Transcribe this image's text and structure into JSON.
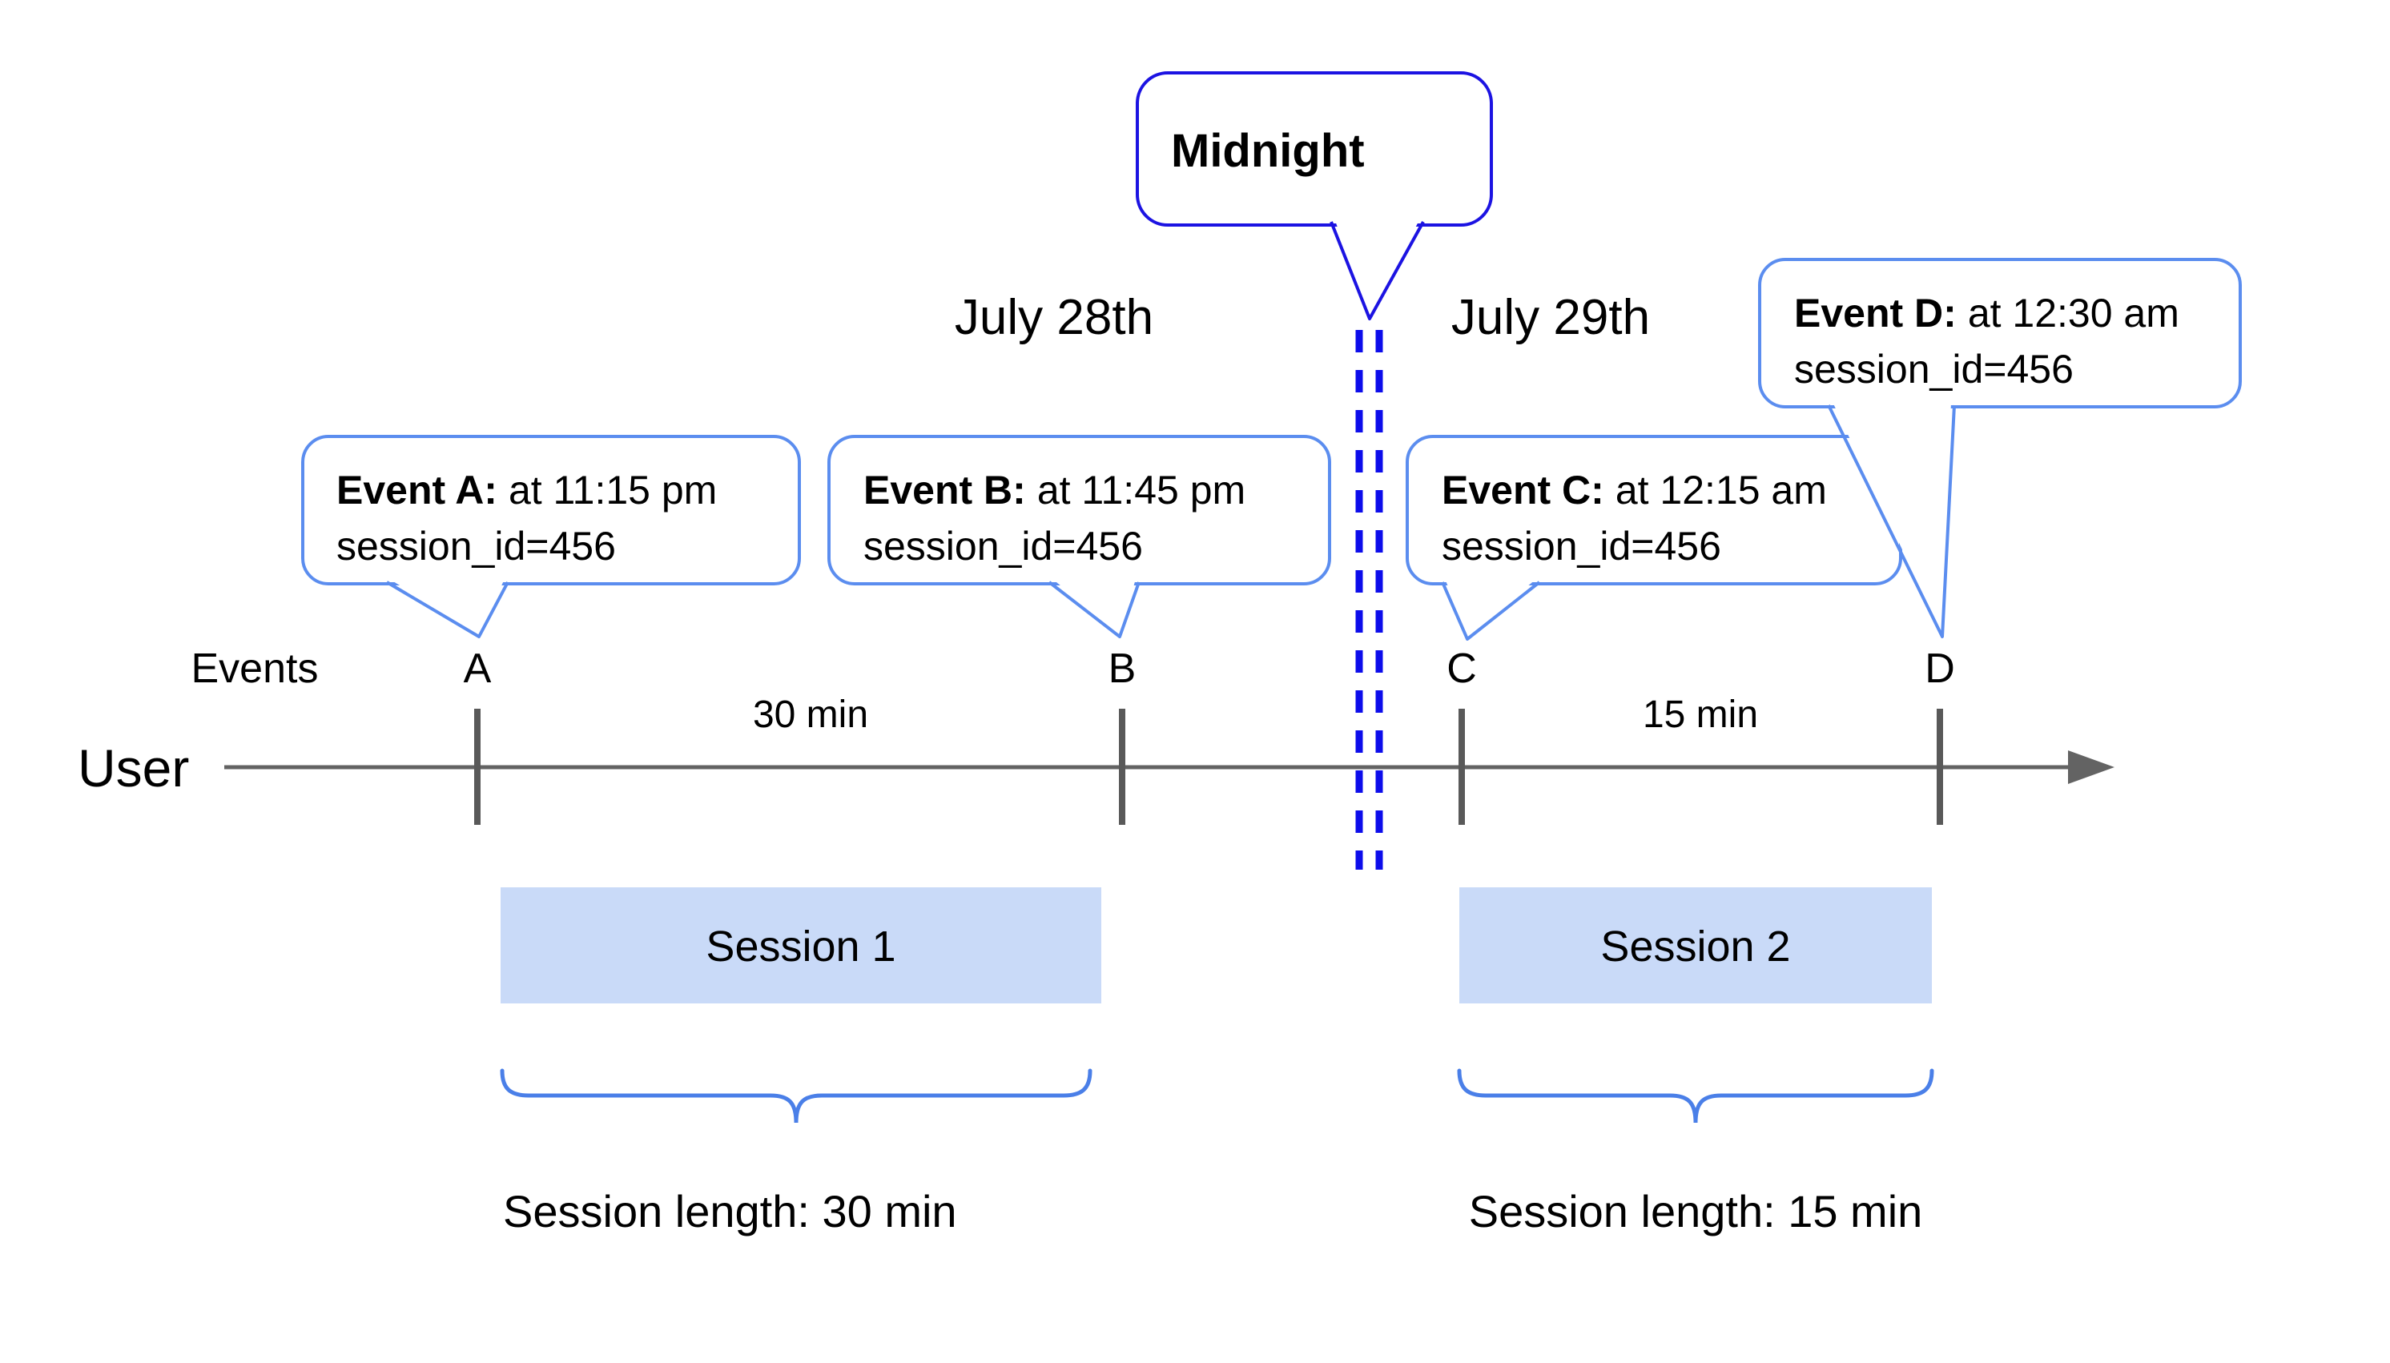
{
  "dates": {
    "left": "July 28th",
    "right": "July 29th"
  },
  "midnight_callout": {
    "label": "Midnight"
  },
  "events": [
    {
      "label": "A",
      "callout_bold": "Event A:",
      "callout_time": "at 11:15 pm",
      "callout_session": "session_id=456"
    },
    {
      "label": "B",
      "callout_bold": "Event B:",
      "callout_time": "at 11:45 pm",
      "callout_session": "session_id=456"
    },
    {
      "label": "C",
      "callout_bold": "Event C:",
      "callout_time": "at 12:15 am",
      "callout_session": "session_id=456"
    },
    {
      "label": "D",
      "callout_bold": "Event D:",
      "callout_time": "at 12:30 am",
      "callout_session": "session_id=456"
    }
  ],
  "axis": {
    "events_label": "Events",
    "user_label": "User",
    "interval_ab": "30 min",
    "interval_cd": "15 min"
  },
  "sessions": [
    {
      "name": "Session 1",
      "length_label": "Session length: 30 min"
    },
    {
      "name": "Session 2",
      "length_label": "Session length: 15 min"
    }
  ],
  "colors": {
    "event_bubble_border": "#5b8def",
    "midnight_border": "#1c13e2",
    "midnight_dash": "#0d0deb",
    "brace_blue": "#4a7fe8",
    "session_fill": "#c9daf8",
    "timeline_gray": "#636363",
    "text_black": "#000000"
  }
}
